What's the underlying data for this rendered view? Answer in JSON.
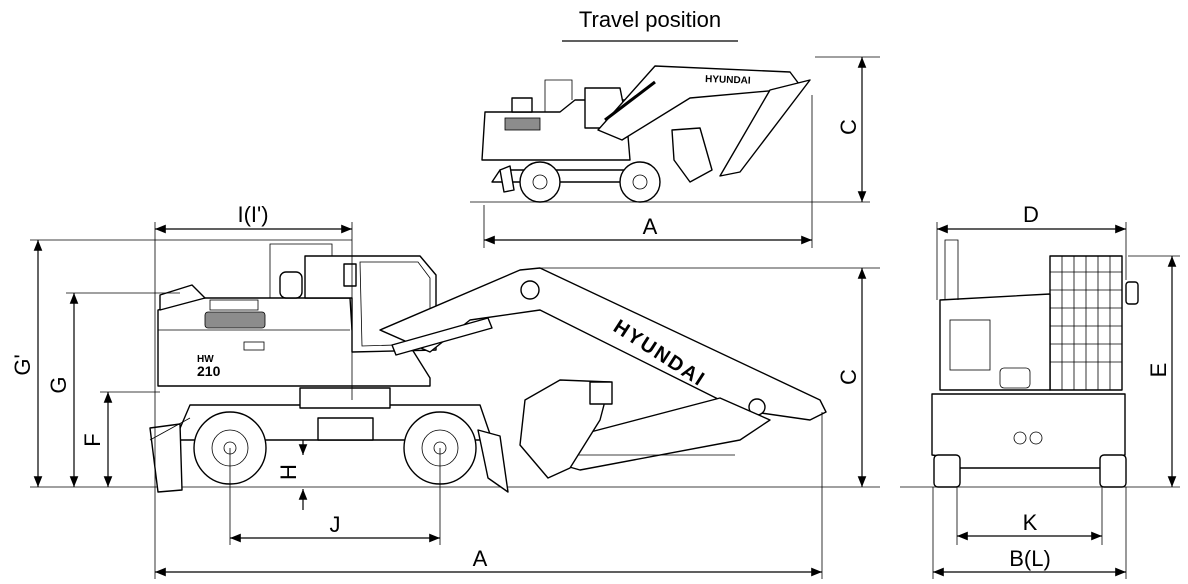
{
  "figure": {
    "title": "Travel position",
    "brand": "HYUNDAI",
    "brand_mirrored": "HYUNDAI",
    "model_badge_top": "HW",
    "model_badge_bottom": "210"
  },
  "dimension_labels": {
    "travel_A": "A",
    "travel_C": "C",
    "side_I": "I(I')",
    "side_G_prime": "G'",
    "side_G": "G",
    "side_F": "F",
    "side_H": "H",
    "side_J": "J",
    "side_A": "A",
    "side_C": "C",
    "front_D": "D",
    "front_E": "E",
    "front_K": "K",
    "front_B": "B(L)"
  },
  "colors": {
    "line": "#000000",
    "panel_fill": "#8c8c8c",
    "background": "#ffffff"
  }
}
